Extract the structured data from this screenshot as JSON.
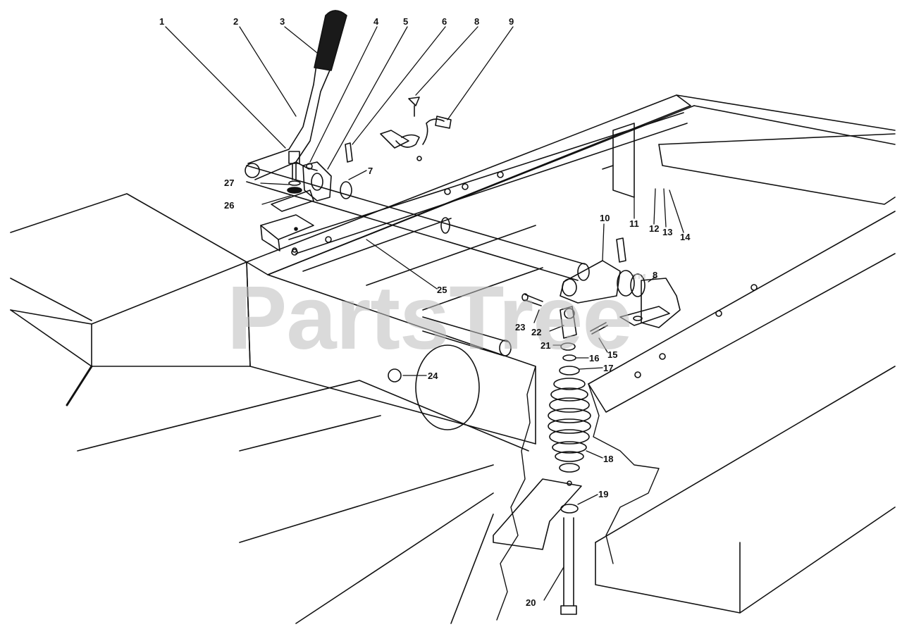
{
  "diagram": {
    "watermark": {
      "text": "PartsTree",
      "mark": "™"
    },
    "callouts": [
      {
        "id": "1",
        "label": "1"
      },
      {
        "id": "2",
        "label": "2"
      },
      {
        "id": "3",
        "label": "3"
      },
      {
        "id": "4",
        "label": "4"
      },
      {
        "id": "5",
        "label": "5"
      },
      {
        "id": "6",
        "label": "6"
      },
      {
        "id": "8",
        "label": "8"
      },
      {
        "id": "9",
        "label": "9"
      },
      {
        "id": "7",
        "label": "7"
      },
      {
        "id": "27",
        "label": "27"
      },
      {
        "id": "26",
        "label": "26"
      },
      {
        "id": "10",
        "label": "10"
      },
      {
        "id": "11",
        "label": "11"
      },
      {
        "id": "12",
        "label": "12"
      },
      {
        "id": "13",
        "label": "13"
      },
      {
        "id": "14",
        "label": "14"
      },
      {
        "id": "25",
        "label": "25"
      },
      {
        "id": "23",
        "label": "23"
      },
      {
        "id": "22",
        "label": "22"
      },
      {
        "id": "21",
        "label": "21"
      },
      {
        "id": "16",
        "label": "16"
      },
      {
        "id": "15",
        "label": "15"
      },
      {
        "id": "17",
        "label": "17"
      },
      {
        "id": "24",
        "label": "24"
      },
      {
        "id": "18",
        "label": "18"
      },
      {
        "id": "19",
        "label": "19"
      },
      {
        "id": "20",
        "label": "20"
      },
      {
        "id": "8b",
        "label": "8"
      }
    ],
    "colors": {
      "line": "#111111",
      "background": "#ffffff",
      "watermark": "#bdbdbd",
      "grip": "#1a1a1a"
    }
  }
}
